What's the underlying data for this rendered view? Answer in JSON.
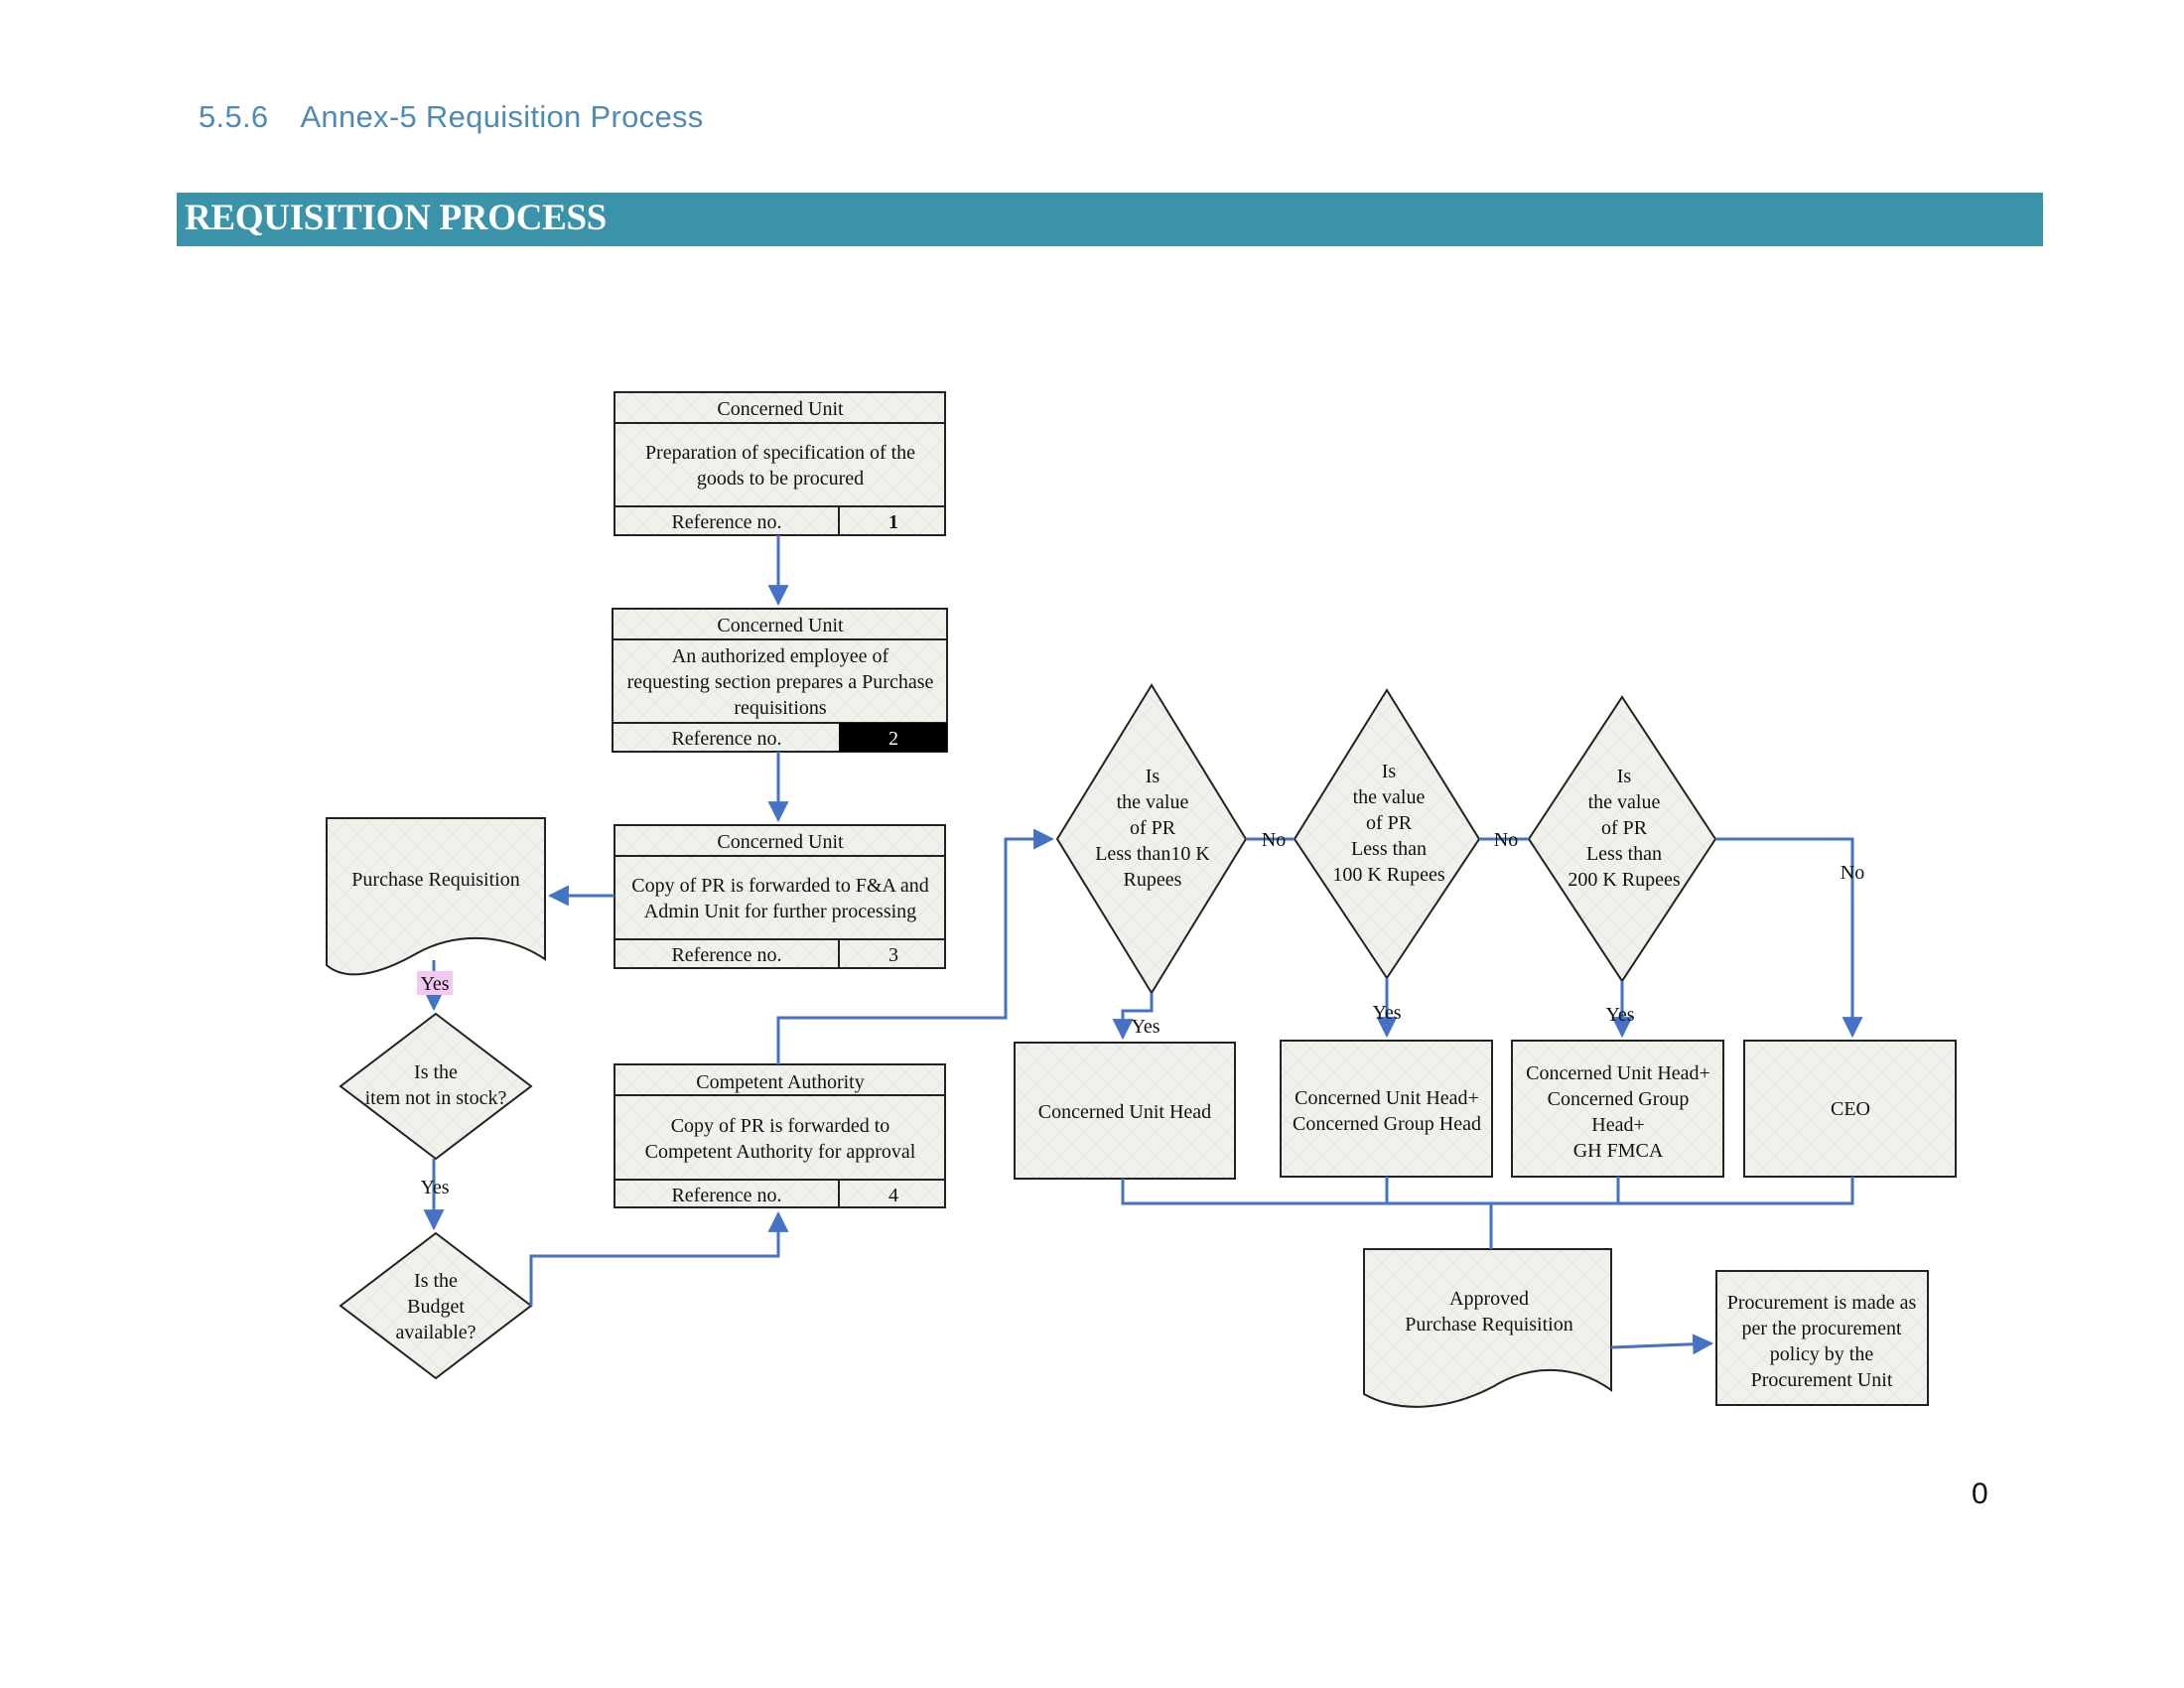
{
  "section_heading": {
    "number": "5.5.6",
    "title": "Annex-5 Requisition Process"
  },
  "banner_title": "REQUISITION PROCESS",
  "page_number": "0",
  "colors": {
    "banner": "#3b93aa",
    "connector": "#4472c4",
    "shape_fill": "#f1f1ec",
    "heading": "#4f8ab3",
    "yes_highlight": "#f3c8f0"
  },
  "process_boxes": [
    {
      "header": "Concerned Unit",
      "body": [
        "Preparation of specification of the",
        "goods to be procured"
      ],
      "ref_label": "Reference no.",
      "ref_value": "1"
    },
    {
      "header": "Concerned Unit",
      "body": [
        "An authorized employee of",
        "requesting section prepares a Purchase",
        "requisitions"
      ],
      "ref_label": "Reference no.",
      "ref_value": "2"
    },
    {
      "header": "Concerned Unit",
      "body": [
        "Copy of PR is forwarded to F&A and",
        "Admin Unit for further processing"
      ],
      "ref_label": "Reference no.",
      "ref_value": "3"
    },
    {
      "header": "Competent Authority",
      "body": [
        "Copy of PR is forwarded to",
        "Competent Authority for approval"
      ],
      "ref_label": "Reference no.",
      "ref_value": "4"
    }
  ],
  "documents": {
    "purchase_requisition": "Purchase Requisition",
    "approved_pr": [
      "Approved",
      "Purchase Requisition"
    ]
  },
  "decisions": {
    "stock": [
      "Is the",
      "item not in stock?"
    ],
    "budget": [
      "Is the",
      "Budget",
      "available?"
    ],
    "pr_10k": [
      "Is",
      "the  value",
      "of PR",
      "Less than10 K",
      "Rupees"
    ],
    "pr_100k": [
      "Is",
      "the  value",
      "of PR",
      "Less than",
      "100 K Rupees"
    ],
    "pr_200k": [
      "Is",
      "the  value",
      "of PR",
      "Less than",
      "200 K Rupees"
    ]
  },
  "approvers": {
    "unit_head": [
      "Concerned Unit Head"
    ],
    "unit_group_head": [
      "Concerned Unit Head+",
      "Concerned Group Head"
    ],
    "unit_group_fmca": [
      "Concerned Unit Head+",
      "Concerned Group",
      "Head+",
      "GH FMCA"
    ],
    "ceo": [
      "CEO"
    ]
  },
  "procurement": [
    "Procurement is made as",
    "per the procurement",
    "policy by the",
    "Procurement Unit"
  ],
  "flow_labels": {
    "yes_pr_to_stock": "Yes",
    "yes_stock_to_budget": "Yes",
    "yes_10k": "Yes",
    "yes_100k": "Yes",
    "yes_200k": "Yes",
    "no_10k": "No",
    "no_100k": "No",
    "no_200k": "No"
  }
}
